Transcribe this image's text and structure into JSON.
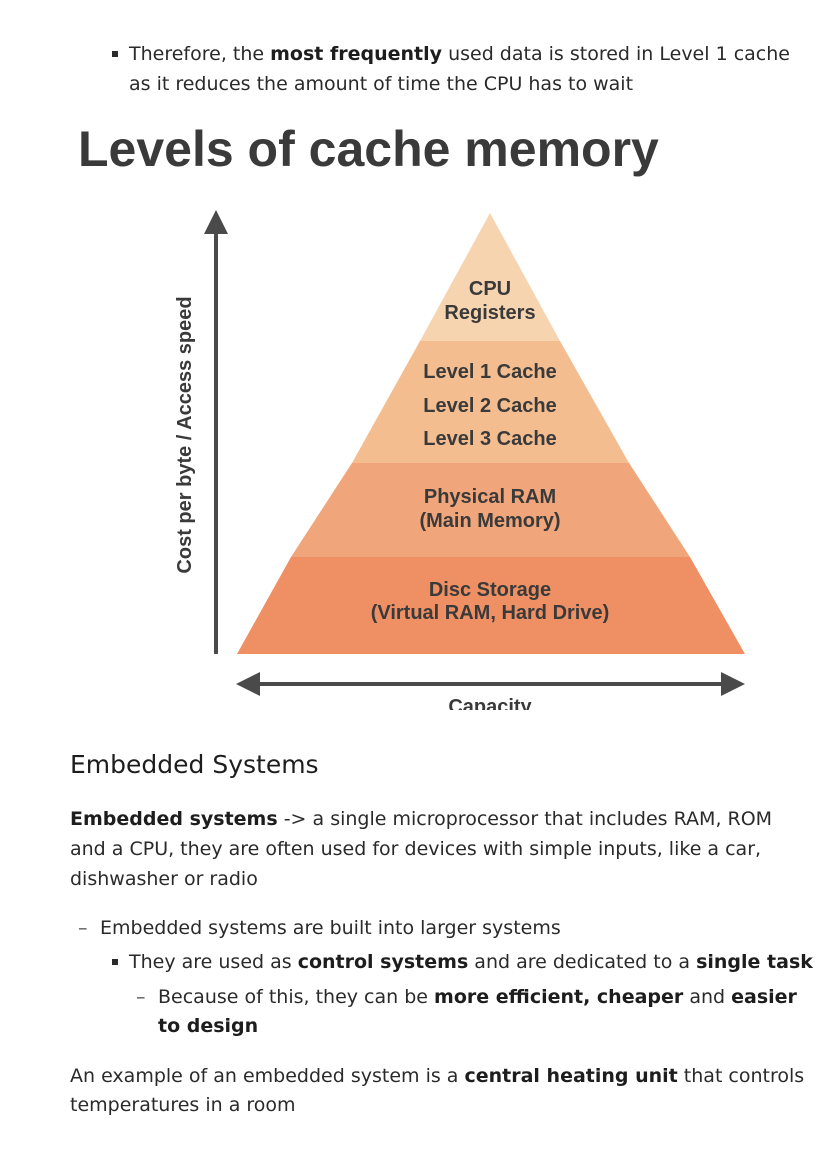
{
  "intro_bullet": {
    "l1_pre": "Therefore, the ",
    "l1_bold": "most frequently",
    "l1_post": " used data is stored in Level 1 cache",
    "l2": "as it reduces the amount of time the CPU has to wait"
  },
  "figure": {
    "title": "Levels of cache memory",
    "y_axis_label": "Cost per byte / Access speed",
    "x_axis_label": "Capacity",
    "tiers": [
      {
        "lines": [
          "CPU",
          "Registers"
        ],
        "color": "#f7d4b0"
      },
      {
        "lines": [
          "Level 1 Cache",
          "Level 2 Cache",
          "Level 3 Cache"
        ],
        "color": "#f3bd90"
      },
      {
        "lines": [
          "Physical RAM",
          "(Main Memory)"
        ],
        "color": "#f0a57a"
      },
      {
        "lines": [
          "Disc Storage",
          "(Virtual RAM, Hard Drive)"
        ],
        "color": "#ee9064"
      }
    ]
  },
  "section": {
    "heading": "Embedded Systems",
    "p1_bold": "Embedded systems",
    "p1_l1_rest": " -> a single microprocessor that includes RAM, ROM",
    "p1_l2": "and a CPU, they are often used for devices with simple inputs, like a car,",
    "p1_l3": "dishwasher or radio",
    "dash1": "Embedded systems are built into larger systems",
    "sq_pre": "They are used as ",
    "sq_bold1": "control systems",
    "sq_mid": " and are dedicated to a ",
    "sq_bold2": "single task",
    "dash2_pre": "Because of this, they can be ",
    "dash2_bold1": "more efficient, cheaper",
    "dash2_mid": " and ",
    "dash2_bold2": "easier",
    "dash2_l2_bold": "to design",
    "p2_pre": "An example of an embedded system is a ",
    "p2_bold": "central heating unit",
    "p2_post": " that controls",
    "p2_l2": "temperatures in a room"
  }
}
